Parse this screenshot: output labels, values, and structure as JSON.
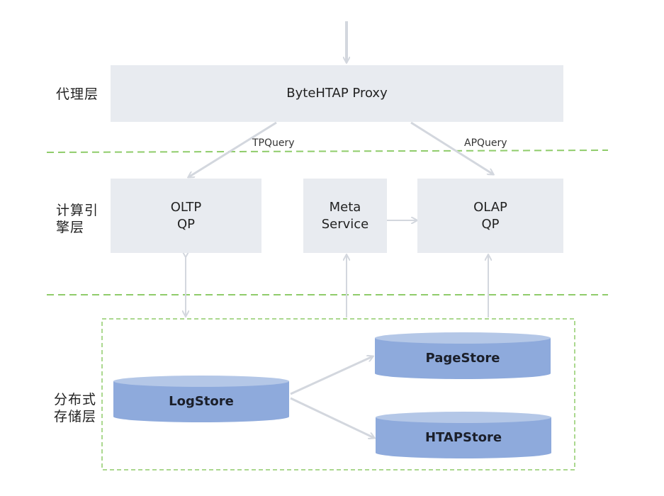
{
  "layers": {
    "proxy": "代理层",
    "compute": "计算引\n擎层",
    "storage": "分布式\n存储层"
  },
  "nodes": {
    "proxy": "ByteHTAP Proxy",
    "oltp": "OLTP\nQP",
    "meta": "Meta\nService",
    "olap": "OLAP\nQP",
    "logstore": "LogStore",
    "pagestore": "PageStore",
    "htapstore": "HTAPStore"
  },
  "edges": {
    "tp": "TPQuery",
    "ap": "APQuery"
  },
  "colors": {
    "box_fill": "#e8ebf0",
    "store_fill": "#8eaadc",
    "store_top": "#b4c7e7",
    "dash_green": "#8fcc6a",
    "arrow": "#d3d7de"
  }
}
